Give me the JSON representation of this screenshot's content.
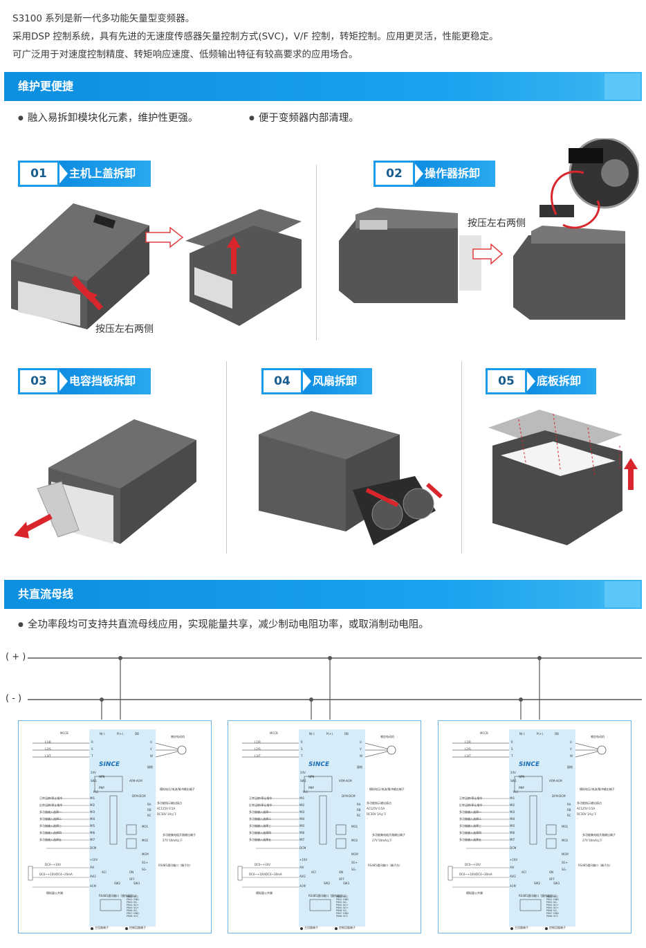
{
  "intro": {
    "line1": "S3100 系列是新一代多功能矢量型变频器。",
    "line2": "采用DSP 控制系统，具有先进的无速度传感器矢量控制方式(SVC)，V/F 控制，转矩控制。应用更灵活，性能更稳定。",
    "line3": "可广泛用于对速度控制精度、转矩响应速度、低频输出特征有较高要求的应用场合。"
  },
  "maintenance": {
    "title": "维护更便捷",
    "bullet1": "融入易拆卸模块化元素，维护性更强。",
    "bullet2": "便于变频器内部清理。",
    "steps": [
      {
        "num": "01",
        "label": "主机上盖拆卸"
      },
      {
        "num": "02",
        "label": "操作器拆卸"
      },
      {
        "num": "03",
        "label": "电容挡板拆卸"
      },
      {
        "num": "04",
        "label": "风扇拆卸"
      },
      {
        "num": "05",
        "label": "底板拆卸"
      }
    ],
    "note1": "按压左右两侧",
    "note2": "按压左右两侧"
  },
  "dcbus": {
    "title": "共直流母线",
    "bullet": "全功率段均可支持共直流母线应用，实现能量共享，减少制动电阻功率，或取消制动电阻。",
    "plus_label": "( + )",
    "minus_label": "( - )",
    "brand": "SINCE",
    "schematic_labels": {
      "mccb": "MCCB",
      "l1": "L1/R",
      "l2": "L2/S",
      "l3": "L3/T",
      "n": "N(-)",
      "p": "P(+)",
      "db": "DB",
      "motor": "感应电动机",
      "gnd": "接地",
      "term_r": "R",
      "term_s": "S",
      "term_t": "T",
      "term_u": "U",
      "term_v": "V",
      "term_w": "W",
      "v24": "24V",
      "sw1": "SW1",
      "npn": "NPN",
      "pnp": "PNP",
      "plc": "PLC",
      "mi1": "MI1",
      "mi2": "MI2",
      "mi3": "MI3",
      "mi4": "MI4",
      "mi5": "MI5",
      "mi6": "MI6",
      "mi7": "MI7",
      "dcm": "DCM",
      "in1": "正转运转/停止指令",
      "in2": "反转运转/停止指令",
      "in3": "多功能输入选择一",
      "in4": "多功能输入选择二",
      "in5": "多功能输入选择三",
      "in6": "多功能输入选择四",
      "in7": "多功能输入选择五",
      "afm": "AFM-ACM",
      "dfm": "DFM-DCM",
      "relay1": "RA",
      "relay2": "RB",
      "relay3": "RC",
      "out1": "模拟电压/电流/脉冲输出端子",
      "out2": "多功能指示输出接点",
      "relay_spec1": "AC125V  0.5A",
      "relay_spec2": "DC30V  1A以下",
      "mo1": "MO1",
      "mo2": "MO2",
      "mcm": "MCM",
      "out3": "多功能集电极开路输出端子",
      "out3b": "27V 50mA以下",
      "p10v": "+10V",
      "avi": "AVI",
      "acm": "ACM",
      "aci": "ACI",
      "avi2": "AVI2",
      "sgp": "SG+",
      "sgn": "SG-",
      "rs485": "RS485通讯端口（端子台）",
      "ain1": "DC0~+10V",
      "ain2": "DC0~+10V/DC4~20mA",
      "common": "模拟量公共端",
      "sw2": "SW2",
      "sw3": "SW3",
      "on": "ON",
      "off": "OFF",
      "pins": "PIN1: VCC\nPIN2: GND\nPIN3: SG-\nPIN4: SG+\nPIN5: SG+\nPIN6: SG-\nPIN7: GND\nPIN8: VCC",
      "main_term": "主回路端子",
      "ctrl_term": "控制回路端子",
      "rj45": "RS485通讯端口（操作器接口）"
    }
  }
}
